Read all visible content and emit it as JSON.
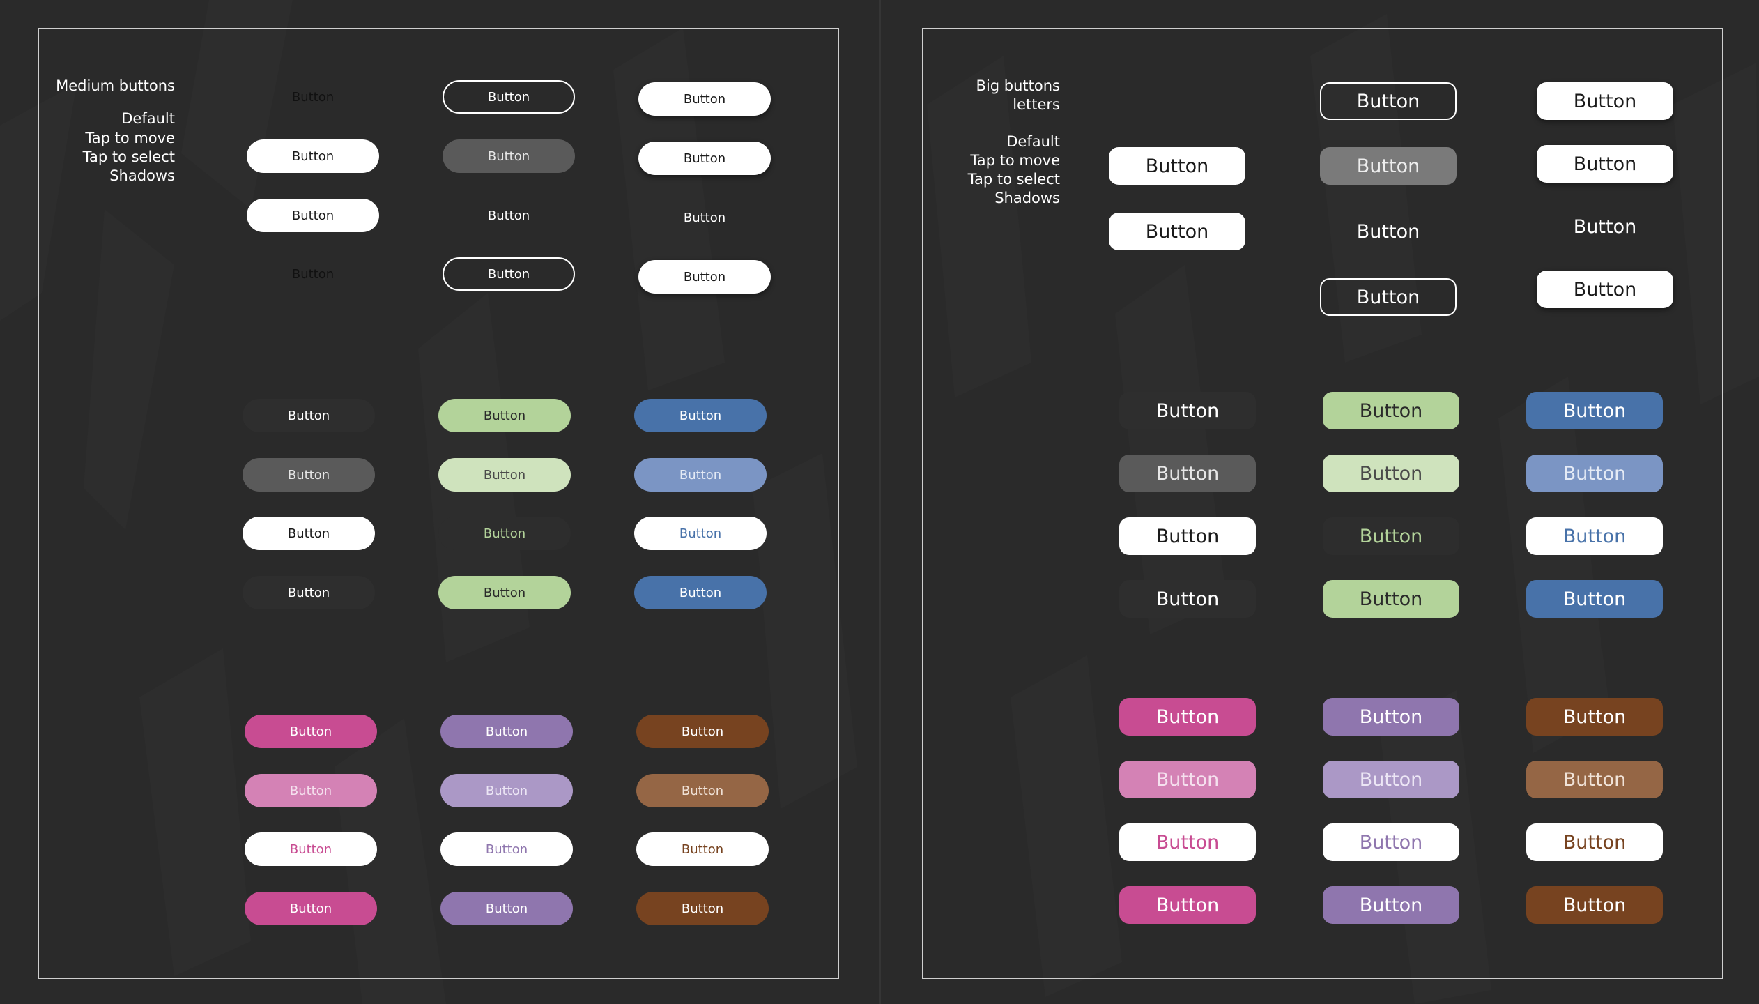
{
  "left": {
    "labels": {
      "title": "Medium buttons",
      "states": [
        "Default",
        "Tap to move",
        "Tap to select",
        "Shadows"
      ]
    },
    "button_label": "Button"
  },
  "right": {
    "labels": {
      "title_line1": "Big buttons",
      "title_line2": "letters",
      "states": [
        "Default",
        "Tap to move",
        "Tap to select",
        "Shadows"
      ]
    },
    "button_label": "Button"
  },
  "colors": {
    "background": "#2a2a2a",
    "green": "#b3d39a",
    "blue": "#4872a9",
    "pink": "#c84c92",
    "purple": "#8f76ae",
    "brown": "#774320"
  }
}
